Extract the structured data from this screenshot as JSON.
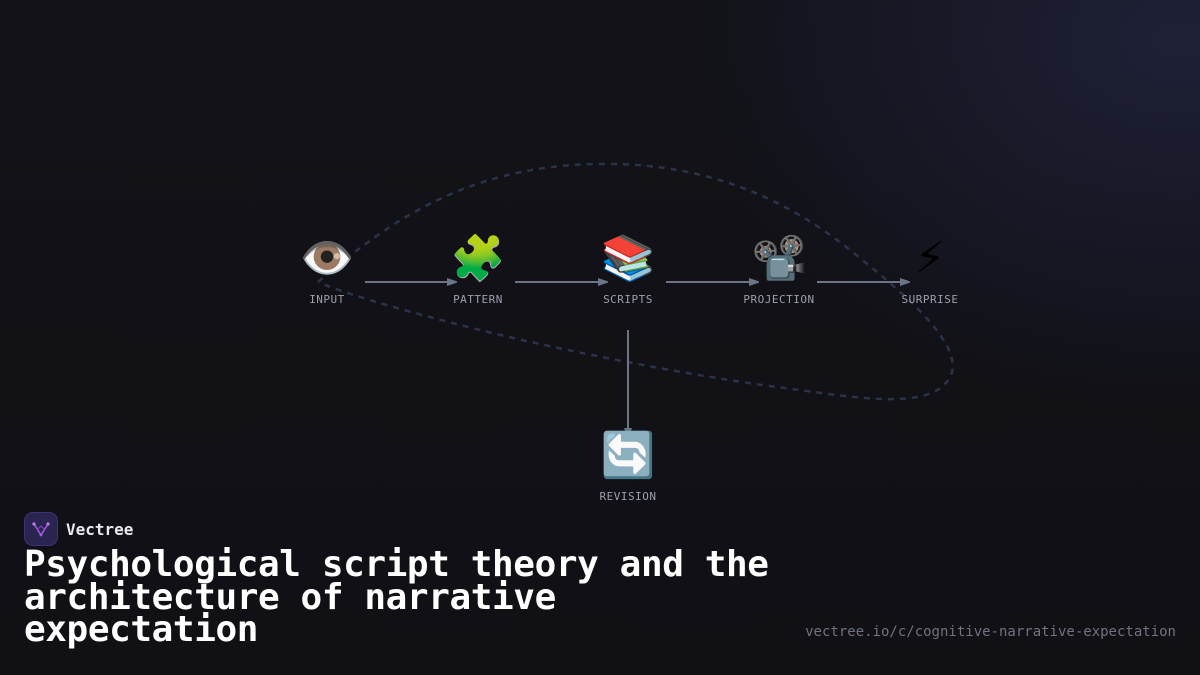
{
  "diagram": {
    "nodes": [
      {
        "id": "input",
        "label": "INPUT",
        "icon": "eye-icon",
        "glyph": "👁️"
      },
      {
        "id": "pattern",
        "label": "PATTERN",
        "icon": "puzzle-piece-icon",
        "glyph": "🧩"
      },
      {
        "id": "scripts",
        "label": "SCRIPTS",
        "icon": "books-icon",
        "glyph": "📚"
      },
      {
        "id": "projection",
        "label": "PROJECTION",
        "icon": "film-projector-icon",
        "glyph": "📽️"
      },
      {
        "id": "surprise",
        "label": "SURPRISE",
        "icon": "lightning-icon",
        "glyph": "⚡"
      },
      {
        "id": "revision",
        "label": "REVISION",
        "icon": "refresh-arrows-icon",
        "glyph": "🔄"
      }
    ],
    "edges": [
      {
        "from": "input",
        "to": "pattern"
      },
      {
        "from": "pattern",
        "to": "scripts"
      },
      {
        "from": "scripts",
        "to": "projection"
      },
      {
        "from": "projection",
        "to": "surprise"
      },
      {
        "from": "scripts",
        "to": "revision"
      }
    ]
  },
  "brand": {
    "name": "Vectree",
    "logo": "vectree-logo-icon"
  },
  "title": "Psychological script theory and the architecture of narrative expectation",
  "url": "vectree.io/c/cognitive-narrative-expectation",
  "colors": {
    "background": "#111116",
    "edge": "#6b7588",
    "loop": "#2a3347",
    "label": "#9aa0ad",
    "title": "#ffffff",
    "url": "#6f7280",
    "brand_accent": "#a35ae0"
  }
}
